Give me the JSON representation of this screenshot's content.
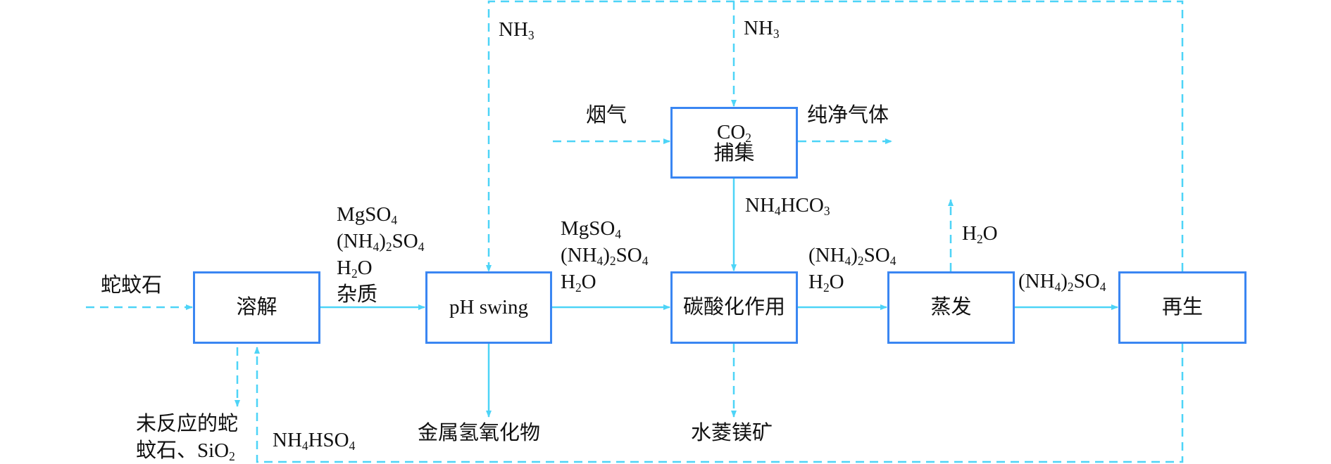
{
  "colors": {
    "box_border": "#3a86f2",
    "flow": "#4dd4f7",
    "text": "#111111"
  },
  "boxes": {
    "dissolution": "溶解",
    "ph_swing": "pH swing",
    "co2_capture_line1": "CO",
    "co2_capture_sub": "2",
    "co2_capture_line2": "捕集",
    "carbonation": "碳酸化作用",
    "evaporation": "蒸发",
    "regeneration": "再生"
  },
  "labels": {
    "serpentine": "蛇蚊石",
    "unreacted_line1": "未反应的蛇",
    "unreacted_line2_text": "蚊石、SiO",
    "unreacted_line2_sub": "2",
    "nh4hso4": {
      "a": "NH",
      "s1": "4",
      "b": "HSO",
      "s2": "4"
    },
    "nh3_left": {
      "a": "NH",
      "s": "3"
    },
    "nh3_right": {
      "a": "NH",
      "s": "3"
    },
    "flue_gas": "烟气",
    "clean_gas": "纯净气体",
    "nh4hco3": {
      "a": "NH",
      "s1": "4",
      "b": "HCO",
      "s2": "3"
    },
    "metal_hydroxides": "金属氢氧化物",
    "hydromagnesite": "水菱镁矿",
    "h2o_vapor": {
      "a": "H",
      "s": "2",
      "b": "O"
    },
    "stream1": {
      "mgso4": {
        "a": "MgSO",
        "s": "4"
      },
      "nh4so4": {
        "a": "(NH",
        "s1": "4",
        "b": ")",
        "s2": "2",
        "c": "SO",
        "s3": "4"
      },
      "h2o": {
        "a": "H",
        "s": "2",
        "b": "O"
      },
      "impurities": "杂质"
    },
    "stream2": {
      "mgso4": {
        "a": "MgSO",
        "s": "4"
      },
      "nh4so4": {
        "a": "(NH",
        "s1": "4",
        "b": ")",
        "s2": "2",
        "c": "SO",
        "s3": "4"
      },
      "h2o": {
        "a": "H",
        "s": "2",
        "b": "O"
      }
    },
    "stream3": {
      "nh4so4": {
        "a": "(NH",
        "s1": "4",
        "b": ")",
        "s2": "2",
        "c": "SO",
        "s3": "4"
      },
      "h2o": {
        "a": "H",
        "s": "2",
        "b": "O"
      }
    },
    "stream4": {
      "nh4so4": {
        "a": "(NH",
        "s1": "4",
        "b": ")",
        "s2": "2",
        "c": "SO",
        "s3": "4"
      }
    }
  }
}
